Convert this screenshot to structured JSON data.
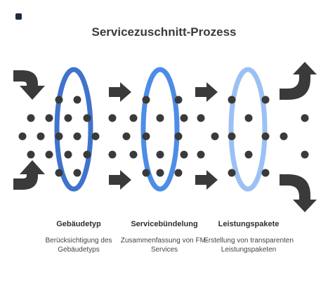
{
  "header": {
    "logo_text": "",
    "title": "Servicezuschnitt-Prozess"
  },
  "stages": [
    {
      "title": "Gebäudetyp",
      "description": "Berücksichtigung des Gebäudetyps",
      "ring_color": "#3f73cc",
      "icon": "ring-lens-icon"
    },
    {
      "title": "Servicebündelung",
      "description": "Zusammenfassung von FM-Services",
      "ring_color": "#4c8de6",
      "icon": "ring-lens-icon"
    },
    {
      "title": "Leistungspakete",
      "description": "Erstellung von transparenten Leistungspaketen",
      "ring_color": "#9cc0f4",
      "icon": "ring-lens-icon"
    }
  ],
  "colors": {
    "arrow": "#3a3a3a",
    "dot": "#3a3a3a",
    "text": "#333333"
  },
  "icons": {
    "input_arrows": "curved-arrow-icon",
    "flow_arrows": "right-arrow-icon",
    "output_arrows": "curved-arrow-icon"
  }
}
